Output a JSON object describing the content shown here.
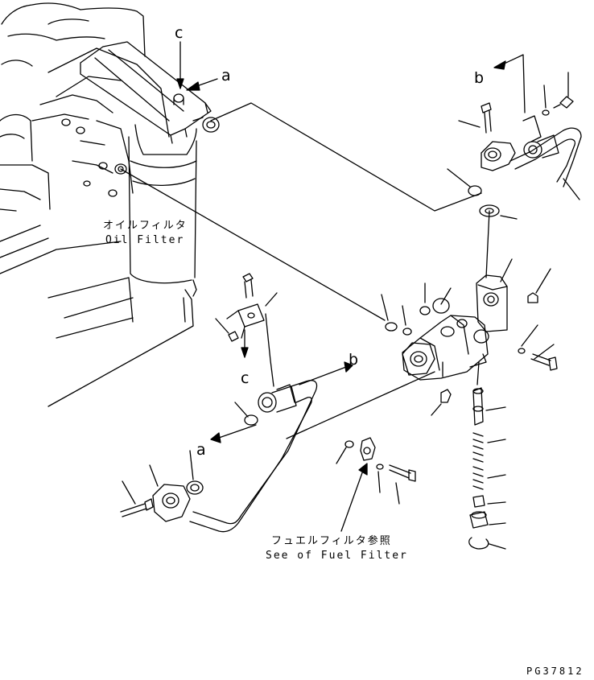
{
  "labels": {
    "a_upper": "a",
    "a_lower": "a",
    "b_upper": "b",
    "b_lower": "b",
    "c_upper": "c",
    "c_lower": "c"
  },
  "notes": {
    "oil_filter_jp": "オイルフィルタ",
    "oil_filter_en": "Oil Filter",
    "fuel_filter_jp": "フュエルフィルタ参照",
    "fuel_filter_en": "See of Fuel Filter"
  },
  "drawing_code": "PG37812",
  "colors": {
    "line": "#000000",
    "background": "#ffffff"
  }
}
